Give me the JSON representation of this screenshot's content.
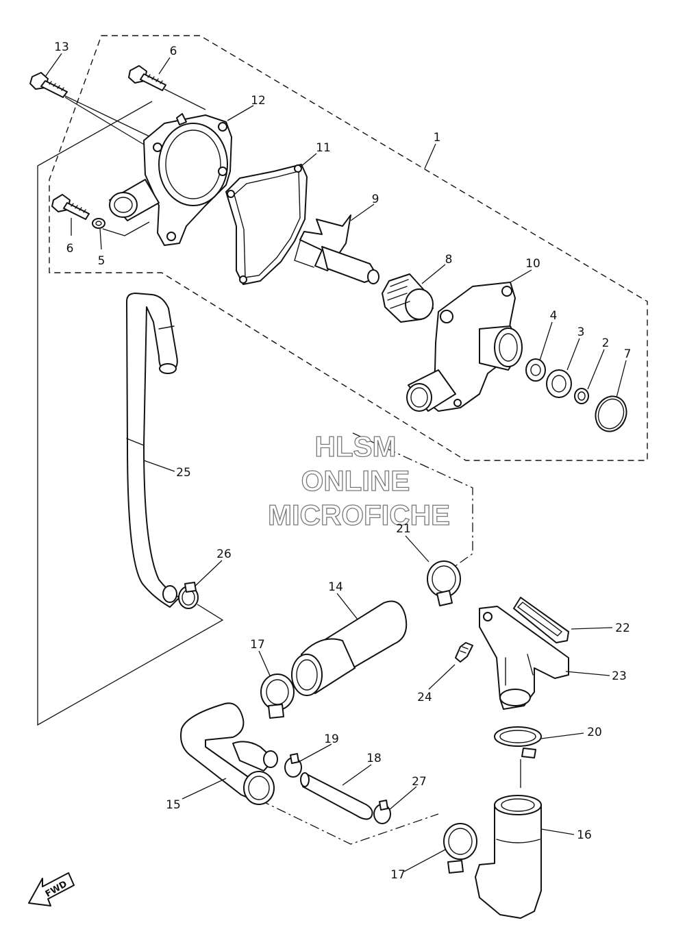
{
  "watermark": {
    "line1": "HLSM",
    "line2": "ONLINE",
    "line3": "MICROFICHE"
  },
  "direction_badge": "FWD",
  "callouts": {
    "c1": "1",
    "c2": "2",
    "c3": "3",
    "c4": "4",
    "c5": "5",
    "c6a": "6",
    "c6b": "6",
    "c7": "7",
    "c8": "8",
    "c9": "9",
    "c10": "10",
    "c11": "11",
    "c12": "12",
    "c13": "13",
    "c14": "14",
    "c15": "15",
    "c16": "16",
    "c17a": "17",
    "c17b": "17",
    "c18": "18",
    "c19": "19",
    "c20": "20",
    "c21": "21",
    "c22": "22",
    "c23": "23",
    "c24": "24",
    "c25": "25",
    "c26": "26",
    "c27": "27"
  }
}
